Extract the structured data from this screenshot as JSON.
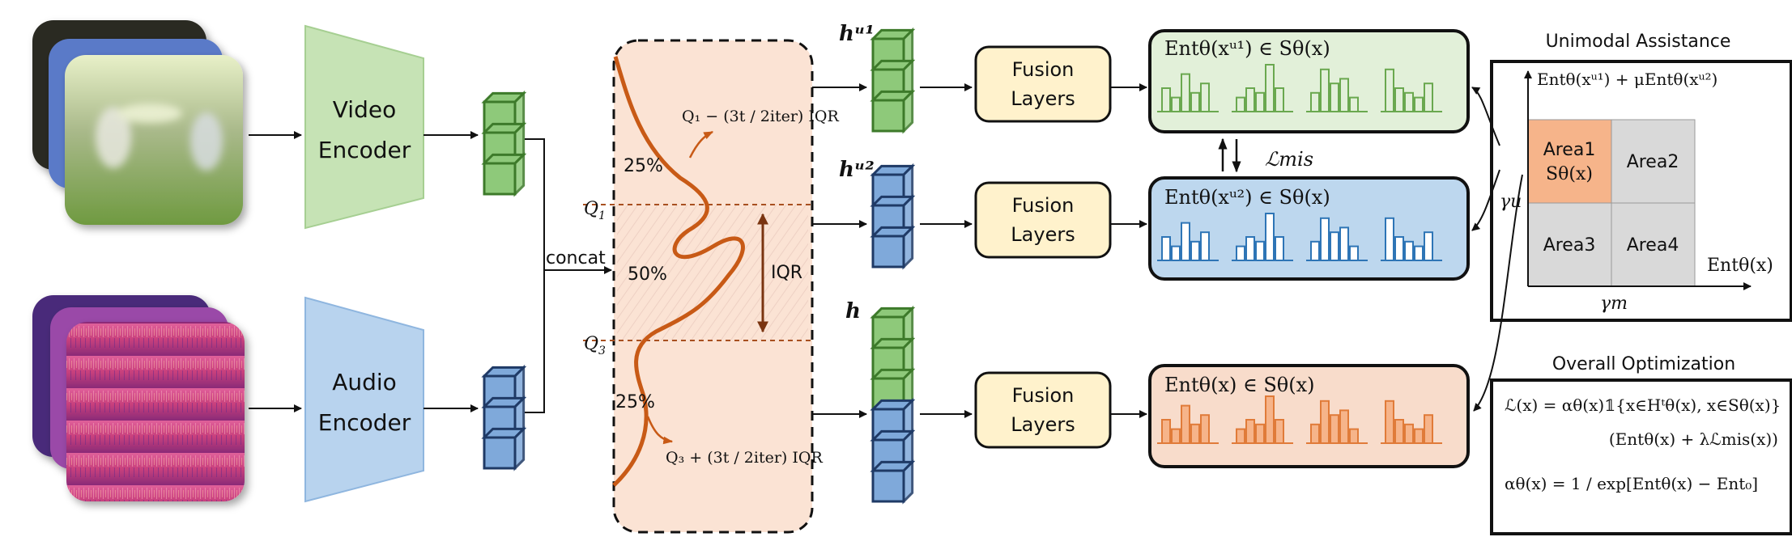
{
  "video_encoder": {
    "line1": "Video",
    "line2": "Encoder"
  },
  "audio_encoder": {
    "line1": "Audio",
    "line2": "Encoder"
  },
  "concat_label": "concat",
  "distribution": {
    "pct_top": "25%",
    "pct_mid": "50%",
    "pct_bottom": "25%",
    "q1": "Q",
    "q1_sub": "1",
    "q3": "Q",
    "q3_sub": "3",
    "iqr": "IQR",
    "upper_formula": "Q₁ − (3t / 2iter) IQR",
    "lower_formula": "Q₃ + (3t / 2iter) IQR"
  },
  "features": {
    "hu1": "hᵘ¹",
    "hu2": "hᵘ²",
    "h": "h"
  },
  "fusion": {
    "line1": "Fusion",
    "line2": "Layers"
  },
  "entropy_boxes": {
    "top": "Entθ(xᵘ¹) ∈ Sθ(x)",
    "middle": "Entθ(xᵘ²) ∈ Sθ(x)",
    "bottom": "Entθ(x) ∈ Sθ(x)"
  },
  "mis_label": "ℒmis",
  "unimodal": {
    "title": "Unimodal Assistance",
    "y_axis": "Entθ(xᵘ¹) + μEntθ(xᵘ²)",
    "x_axis": "Entθ(x)",
    "gamma_u": "γu",
    "gamma_m": "γm",
    "area1": "Area1",
    "area1_sub": "Sθ(x)",
    "area2": "Area2",
    "area3": "Area3",
    "area4": "Area4"
  },
  "overall": {
    "title": "Overall Optimization",
    "line1": "ℒ(x) = αθ(x)𝟙{x∈Hᵗθ(x), x∈Sθ(x)}",
    "line2": "(Entθ(x) + λℒmis(x))",
    "line3": "αθ(x) = 1 / exp[Entθ(x) − Ent₀]"
  },
  "colors": {
    "video_encoder": "#c6e3b5",
    "audio_encoder": "#b8d3ee",
    "green_cube": "#8ec97a",
    "blue_cube": "#7fa9da",
    "fusion": "#fff2cc",
    "dist_bg": "#fbe3d4",
    "curve": "#c85a16",
    "green_box": "#e2f0d9",
    "blue_box": "#bdd7ee",
    "orange_box": "#f8dccb",
    "area1": "#f6b48a",
    "grey": "#d9d9d9"
  }
}
